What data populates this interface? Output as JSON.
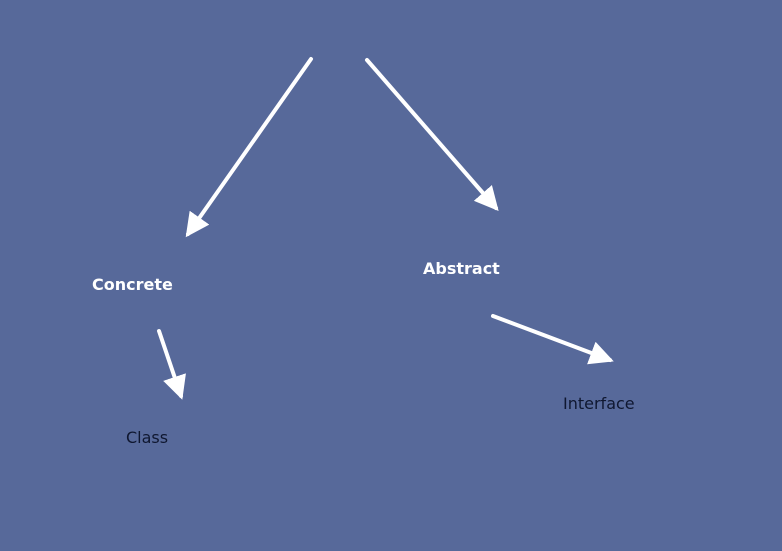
{
  "diagram": {
    "nodes": {
      "concrete": "Concrete",
      "abstract": "Abstract",
      "class": "Class",
      "interface": "Interface"
    },
    "edges": [
      {
        "from": "",
        "to": "concrete"
      },
      {
        "from": "",
        "to": "abstract"
      },
      {
        "from": "concrete",
        "to": "class"
      },
      {
        "from": "abstract",
        "to": "interface"
      }
    ],
    "colors": {
      "background": "#57699a",
      "arrow": "#ffffff",
      "light_text": "#ffffff",
      "dark_text": "#0f1730"
    }
  }
}
